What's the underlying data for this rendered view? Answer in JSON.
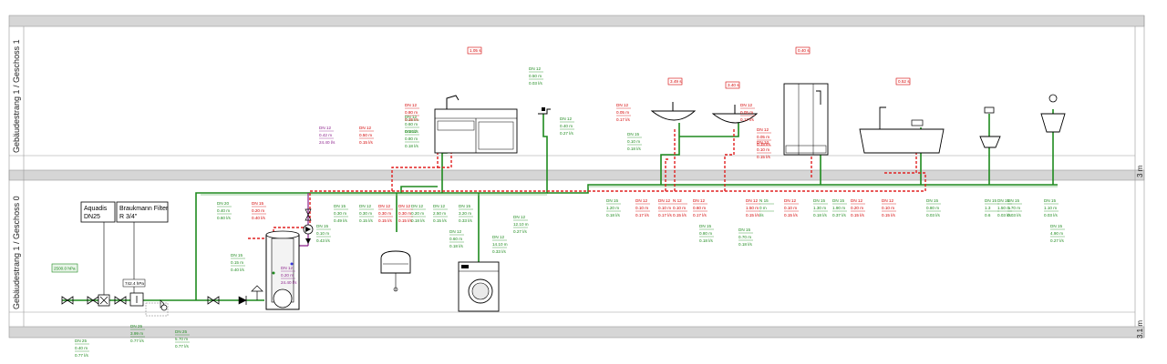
{
  "floors": {
    "upper_label": "Gebäudestrang 1 / Geschoss 1",
    "lower_label": "Gebäudestrang 1 / Geschoss 0",
    "upper_height": "3 m",
    "lower_height": "3.1 m"
  },
  "components": {
    "meter_label_1": "Aquadis",
    "meter_label_2": "DN25",
    "filter_label_1": "Braukmann Filter",
    "filter_label_2": "R 3/4\"",
    "pressure_box": "2500.0 hPa",
    "filter_pressure": "742.4 hPa"
  },
  "red_tags": [
    "1.05 s",
    "3.49 s",
    "3.40 s",
    "0.40 s",
    "0.52 s"
  ],
  "pipe_labels": [
    {
      "t": [
        "DN 25",
        "0.40 m",
        "0.77 l/s"
      ],
      "c": "g"
    },
    {
      "t": [
        "DN 25",
        "3.99 m",
        "0.77 l/s"
      ],
      "c": "g"
    },
    {
      "t": [
        "DN 25",
        "5.70 m",
        "0.77 l/s"
      ],
      "c": "g"
    },
    {
      "t": [
        "DN 20",
        "0.40 m",
        "0.60 l/s"
      ],
      "c": "g"
    },
    {
      "t": [
        "DN 15",
        "0.20 m",
        "0.40 l/s"
      ],
      "c": "r"
    },
    {
      "t": [
        "DN 15",
        "0.15 m",
        "0.40 l/s"
      ],
      "c": "g"
    },
    {
      "t": [
        "DN 15",
        "0.30 m",
        "0.49 l/s"
      ],
      "c": "g"
    },
    {
      "t": [
        "DN 12",
        "0.30 m",
        "0.15 l/s"
      ],
      "c": "g"
    },
    {
      "t": [
        "DN 12",
        "0.42 m",
        "24.40 l/s"
      ],
      "c": "p"
    },
    {
      "t": [
        "DN 15",
        "0.10 m",
        "0.43 l/s"
      ],
      "c": "g"
    },
    {
      "t": [
        "DN 12",
        "0.20 m",
        "24.40 l/s"
      ],
      "c": "p"
    },
    {
      "t": [
        "DN 12",
        "0.50 m",
        "0.15 l/s"
      ],
      "c": "r"
    },
    {
      "t": [
        "DN 12",
        "0.30 m",
        "0.15 l/s"
      ],
      "c": "r"
    },
    {
      "t": [
        "DN 12",
        "0.30 m",
        "0.15 l/s"
      ],
      "c": "r"
    },
    {
      "t": [
        "DN 12",
        "0.80 m",
        "0.15 l/s"
      ],
      "c": "r"
    },
    {
      "t": [
        "DN 12",
        "0.80 m",
        "0.18 l/s"
      ],
      "c": "g"
    },
    {
      "t": [
        "DN 12",
        "0.60 m",
        "0.18 l/s"
      ],
      "c": "g"
    },
    {
      "t": [
        "DN 12",
        "0.20 m",
        "0.18 l/s"
      ],
      "c": "g"
    },
    {
      "t": [
        "DN 12",
        "2.50 m",
        "0.15 l/s"
      ],
      "c": "g"
    },
    {
      "t": [
        "DN 15",
        "3.20 m",
        "0.33 l/s"
      ],
      "c": "g"
    },
    {
      "t": [
        "DN 12",
        "0.60 m",
        "0.18 l/s"
      ],
      "c": "g"
    },
    {
      "t": [
        "DN 12",
        "14.10 m",
        "0.33 l/s"
      ],
      "c": "g"
    },
    {
      "t": [
        "DN 12",
        "12.10 m",
        "0.27 l/s"
      ],
      "c": "g"
    },
    {
      "t": [
        "DN 12",
        "0.50 m",
        "0.03 l/s"
      ],
      "c": "g"
    },
    {
      "t": [
        "DN 12",
        "0.40 m",
        "0.27 l/s"
      ],
      "c": "g"
    },
    {
      "t": [
        "DN 12",
        "0.05 m",
        "0.17 l/s"
      ],
      "c": "r"
    },
    {
      "t": [
        "DN 15",
        "0.10 m",
        "0.18 l/s"
      ],
      "c": "g"
    },
    {
      "t": [
        "DN 15",
        "1.20 m",
        "0.18 l/s"
      ],
      "c": "g"
    },
    {
      "t": [
        "DN 12",
        "0.10 m",
        "0.17 l/s"
      ],
      "c": "r"
    },
    {
      "t": [
        "DN 12",
        "0.10 m",
        "0.17 l/s"
      ],
      "c": "r"
    },
    {
      "t": [
        "N 12",
        "0.10 m",
        "0.15 l/s"
      ],
      "c": "r"
    },
    {
      "t": [
        "DN 12",
        "0.60 m",
        "0.17 l/s"
      ],
      "c": "r"
    },
    {
      "t": [
        "DN 15",
        "0.80 m",
        "0.18 l/s"
      ],
      "c": "g"
    },
    {
      "t": [
        "DN 12",
        "0.05 m",
        "0.17 l/s"
      ],
      "c": "r"
    },
    {
      "t": [
        "DN 12",
        "0.05 m",
        "0.15 l/s"
      ],
      "c": "r"
    },
    {
      "t": [
        "DN 12",
        "0.10 m",
        "0.15 l/s"
      ],
      "c": "r"
    },
    {
      "t": [
        "DN 15",
        "0.70 m",
        "0.18 l/s"
      ],
      "c": "g"
    },
    {
      "t": [
        "DN 12",
        "1.50 m",
        "0.15 l/s"
      ],
      "c": "r"
    },
    {
      "t": [
        "N 15",
        "0 m",
        "l/s"
      ],
      "c": "g"
    },
    {
      "t": [
        "DN 12",
        "0.10 m",
        "0.15 l/s"
      ],
      "c": "r"
    },
    {
      "t": [
        "DN 15",
        "1.30 m",
        "0.18 l/s"
      ],
      "c": "g"
    },
    {
      "t": [
        "DN 15",
        "1.90 m",
        "0.37 l/s"
      ],
      "c": "g"
    },
    {
      "t": [
        "DN 12",
        "0.20 m",
        "0.15 l/s"
      ],
      "c": "r"
    },
    {
      "t": [
        "DN 12",
        "0.10 m",
        "0.15 l/s"
      ],
      "c": "r"
    },
    {
      "t": [
        "DN 15",
        "0.80 m",
        "0.03 l/s"
      ],
      "c": "g"
    },
    {
      "t": [
        "DN 15",
        "1.3",
        "0.6"
      ],
      "c": "g"
    },
    {
      "t": [
        "DN 15",
        "1.50 m",
        "0.03 l/s"
      ],
      "c": "g"
    },
    {
      "t": [
        "DN 15",
        "1.70 m",
        "0.03 l/s"
      ],
      "c": "g"
    },
    {
      "t": [
        "DN 15",
        "1.10 m",
        "0.03 l/s"
      ],
      "c": "g"
    },
    {
      "t": [
        "DN 15",
        "4.90 m",
        "0.27 l/s"
      ],
      "c": "g"
    }
  ]
}
